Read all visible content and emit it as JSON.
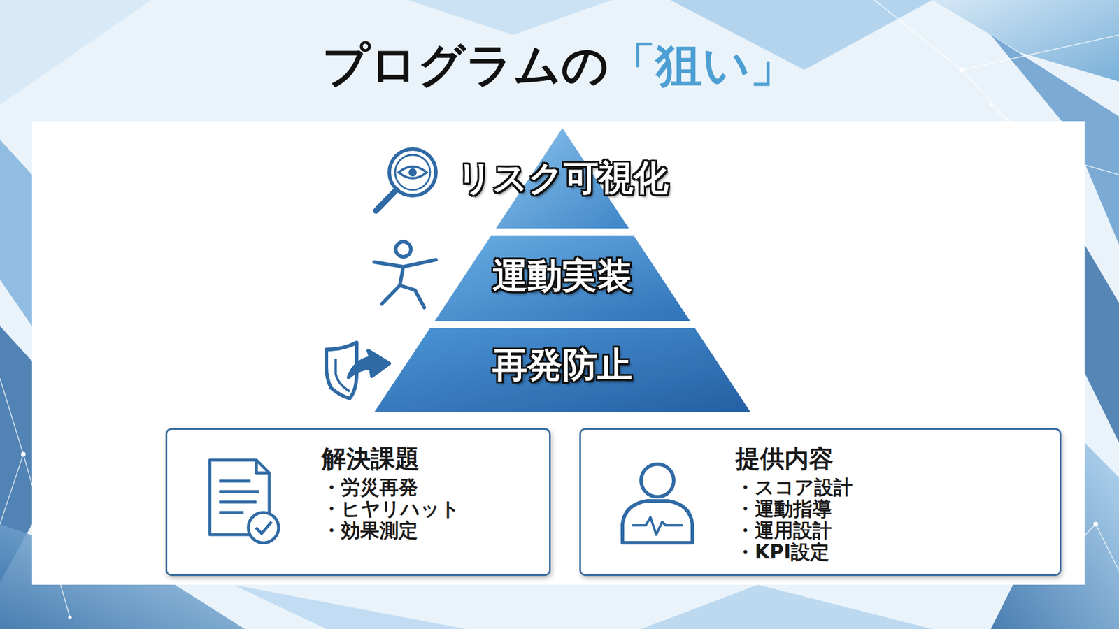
{
  "diagram": {
    "title": "プログラムの",
    "nodes": [
      {
        "text": [
          "リスク可視化"
        ]
      },
      {
        "text": [
          "運動実装"
        ]
      },
      {
        "text": [
          "再発防止"
        ]
      },
      {
        "text": [
          "解決課題",
          "・労災再発",
          "・ヒヤリハット",
          "・効果測定"
        ]
      },
      {
        "text": [
          "提供内容",
          "・スコア設計",
          "・運動指導",
          "・運用設計",
          "・KPI設定"
        ]
      }
    ],
    "labels": [
      "「狙い」"
    ]
  }
}
